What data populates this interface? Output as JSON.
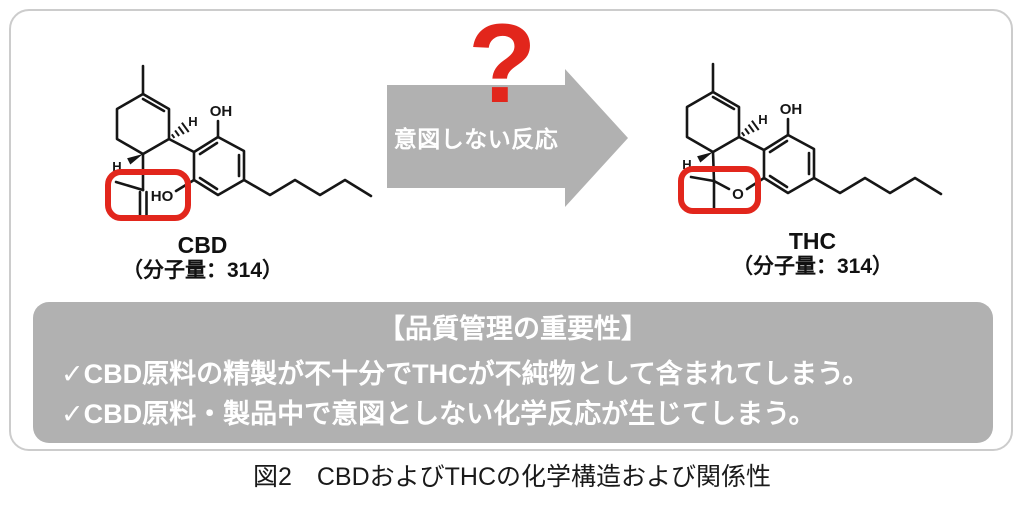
{
  "figure": {
    "cbd": {
      "name": "CBD",
      "mw": "（分子量：314）",
      "oh_top": "OH",
      "ho_bottom": "HO",
      "h_hash": "H",
      "h_wedge": "H"
    },
    "thc": {
      "name": "THC",
      "mw": "（分子量：314）",
      "oh_top": "OH",
      "o_pyran": "O",
      "h_hash": "H",
      "h_wedge": "H"
    },
    "arrow": {
      "label": "意図しない反応",
      "question_mark": "?"
    },
    "quality_box": {
      "title": "【品質管理の重要性】",
      "items": [
        "✓CBD原料の精製が不十分でTHCが不純物として含まれてしまう。",
        "✓CBD原料・製品中で意図としない化学反応が生じてしまう。"
      ]
    },
    "caption": "図2　CBDおよびTHCの化学構造および関係性",
    "colors": {
      "highlight_red": "#e2261c",
      "arrow_gray": "#b1b1b1",
      "quality_box_gray": "#b1b1b1",
      "frame_border_gray": "#cccccc",
      "structure_black": "#161616",
      "text_white": "#ffffff"
    }
  }
}
